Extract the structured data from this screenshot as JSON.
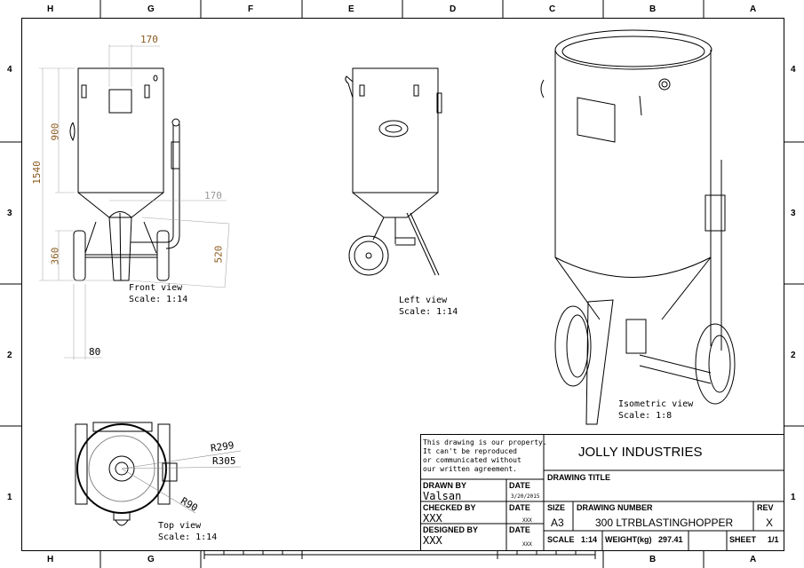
{
  "zones": {
    "top_columns": [
      "H",
      "G",
      "F",
      "E",
      "D",
      "C",
      "B",
      "A"
    ],
    "rows": [
      "4",
      "3",
      "2",
      "1"
    ],
    "bottom_columns": [
      "H",
      "G",
      "B",
      "A"
    ]
  },
  "views": {
    "front": {
      "label": "Front view",
      "scale": "Scale:  1:14"
    },
    "left": {
      "label": "Left view",
      "scale": "Scale:  1:14"
    },
    "isometric": {
      "label": "Isometric view",
      "scale": "Scale:  1:8"
    },
    "top": {
      "label": "Top view",
      "scale": "Scale:  1:14"
    }
  },
  "dimensions": {
    "top_width": "170",
    "total_height": "1540",
    "body_height": "900",
    "outlet_width": "170",
    "wheel_height": "360",
    "diag": "520",
    "wheel_width": "80",
    "r299": "R299",
    "r305": "R305",
    "r90": "R90"
  },
  "title_block": {
    "notice": [
      "This drawing is our property.",
      "It can't be reproduced",
      "or communicated without",
      "our written agreement."
    ],
    "company": "JOLLY INDUSTRIES",
    "drawing_title_label": "DRAWING TITLE",
    "drawn_by_label": "DRAWN BY",
    "drawn_by": "Valsan",
    "date_label": "DATE",
    "drawn_date": "3/20/2015",
    "checked_by_label": "CHECKED BY",
    "checked_by": "XXX",
    "checked_date": "XXX",
    "designed_by_label": "DESIGNED BY",
    "designed_by": "XXX",
    "designed_date": "XXX",
    "size_label": "SIZE",
    "size": "A3",
    "drawing_number_label": "DRAWING NUMBER",
    "drawing_number": "300 LTRBLASTINGHOPPER",
    "rev_label": "REV",
    "rev": "X",
    "scale_label": "SCALE",
    "scale": "1:14",
    "weight_label": "WEIGHT(kg)",
    "weight": "297.41",
    "sheet_label": "SHEET",
    "sheet": "1/1"
  },
  "colors": {
    "dimension": "#8a5a1e",
    "line": "#000000",
    "reference": "#999999"
  }
}
